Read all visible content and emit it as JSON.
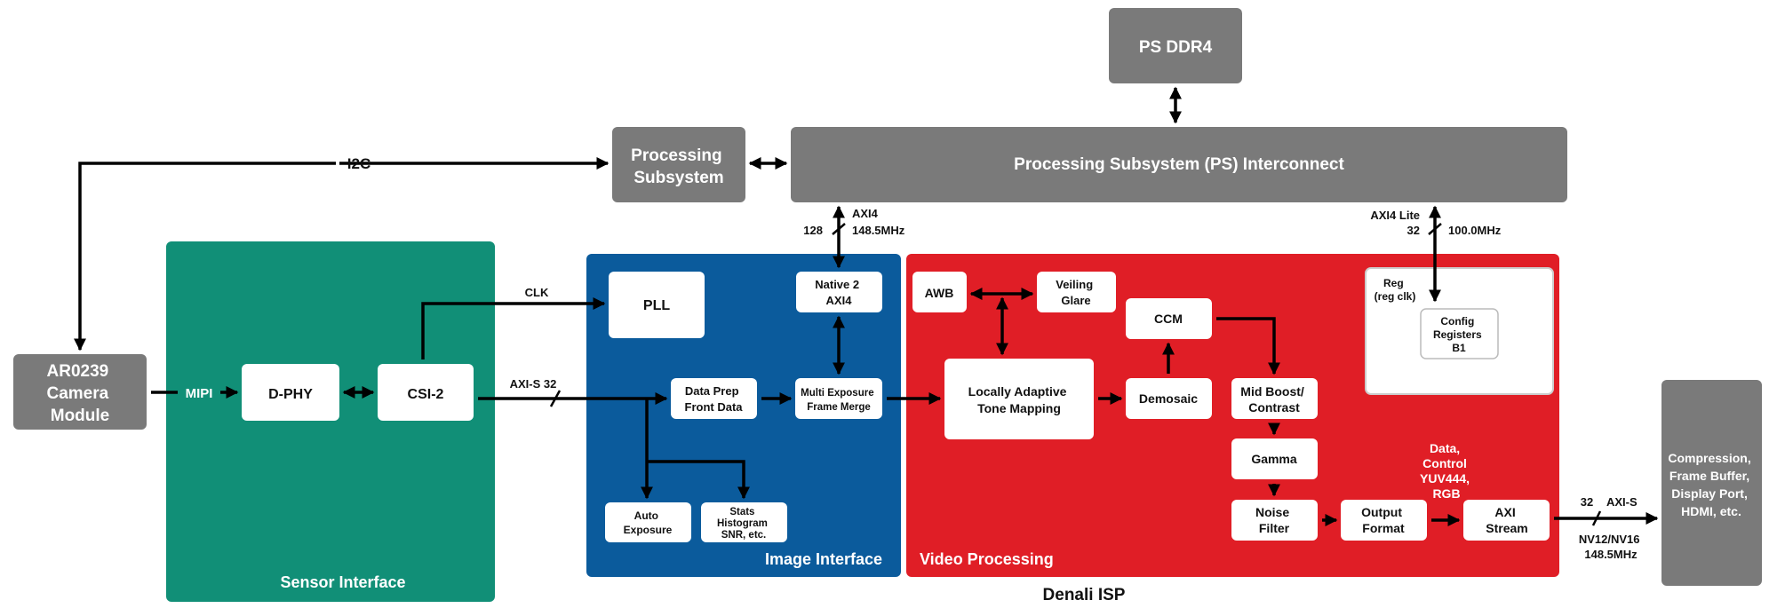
{
  "colors": {
    "gray_block": "#7a7a7a",
    "sensor_interface": "#118f77",
    "image_interface": "#0b5b9c",
    "video_processing": "#e01e26",
    "white_block": "#ffffff",
    "line": "#000000"
  },
  "blocks": {
    "ps_ddr4": "PS DDR4",
    "processing_subsystem": [
      "Processing",
      "Subsystem"
    ],
    "ps_interconnect": "Processing Subsystem (PS) Interconnect",
    "camera": [
      "AR0239",
      "Camera",
      "Module"
    ],
    "dphy": "D-PHY",
    "csi2": "CSI-2",
    "pll": "PLL",
    "native2axi4": [
      "Native 2",
      "AXI4"
    ],
    "data_prep": [
      "Data Prep",
      "Front Data"
    ],
    "multi_exposure": [
      "Multi Exposure",
      "Frame Merge"
    ],
    "auto_exposure": [
      "Auto",
      "Exposure"
    ],
    "stats": [
      "Stats",
      "Histogram",
      "SNR, etc."
    ],
    "awb": "AWB",
    "veiling_glare": [
      "Veiling",
      "Glare"
    ],
    "ccm": "CCM",
    "latm": [
      "Locally Adaptive",
      "Tone Mapping"
    ],
    "demosaic": "Demosaic",
    "mid_boost": [
      "Mid Boost/",
      "Contrast"
    ],
    "gamma": "Gamma",
    "noise_filter": [
      "Noise",
      "Filter"
    ],
    "output_format": [
      "Output",
      "Format"
    ],
    "axi_stream": [
      "AXI",
      "Stream"
    ],
    "reg": [
      "Reg",
      "(reg clk)"
    ],
    "config_registers": [
      "Config",
      "Registers",
      "B1"
    ],
    "compression": [
      "Compression,",
      "Frame Buffer,",
      "Display Port,",
      "HDMI, etc."
    ]
  },
  "regions": {
    "sensor_interface": "Sensor Interface",
    "image_interface": "Image Interface",
    "video_processing": "Video Processing",
    "caption": "Denali ISP"
  },
  "labels": {
    "i2c": "I2C",
    "mipi": "MIPI",
    "clk": "CLK",
    "axis32": "AXI-S 32",
    "axi4_width": "128",
    "axi4": "AXI4",
    "axi4_freq": "148.5MHz",
    "axi4lite": "AXI4 Lite",
    "axi4lite_width": "32",
    "axi4lite_freq": "100.0MHz",
    "data_control": [
      "Data,",
      "Control",
      "YUV444,",
      "RGB"
    ],
    "out_width": "32",
    "out_axis": "AXI-S",
    "out_format": [
      "NV12/NV16",
      "148.5MHz"
    ]
  }
}
